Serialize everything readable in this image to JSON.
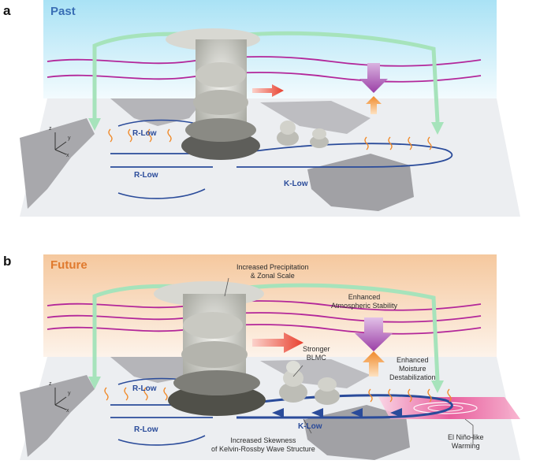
{
  "panels": [
    {
      "letter": "a",
      "era": "Past",
      "era_color": "#3a6fb5",
      "sky_color": "#bfe9f7",
      "labels": {
        "r_low_top": "R-Low",
        "r_low_bottom": "R-Low",
        "k_low": "K-Low"
      },
      "axes": {
        "z": "z",
        "y": "y",
        "x": "x"
      }
    },
    {
      "letter": "b",
      "era": "Future",
      "era_color": "#e07a2e",
      "sky_color": "#f7d3ad",
      "labels": {
        "r_low_top": "R-Low",
        "r_low_bottom": "R-Low",
        "k_low": "K-Low",
        "increased_precip": "Increased Precipitation\n& Zonal Scale",
        "atmos_stability": "Enhanced\nAtmospheric Stability",
        "moisture": "Enhanced\nMoisture\nDestabilization",
        "blmc": "Stronger\nBLMC",
        "skewness": "Increased Skewness\nof Kelvin-Rossby Wave Structure",
        "el_nino": "El Niño-like\nWarming"
      },
      "axes": {
        "z": "z",
        "y": "y",
        "x": "x"
      }
    }
  ],
  "colors": {
    "wave_line": "#b3279a",
    "low_circulation": "#2a4b9a",
    "green_flow": "#9ee0b4",
    "subsidence_arrow": "#9b3fa6",
    "moisture_arrow": "#f08a2a",
    "red_arrow": "#e8402e",
    "land": "#a8a8ac",
    "ocean_plane": "#e9ecef",
    "warming": "#e8458f"
  }
}
